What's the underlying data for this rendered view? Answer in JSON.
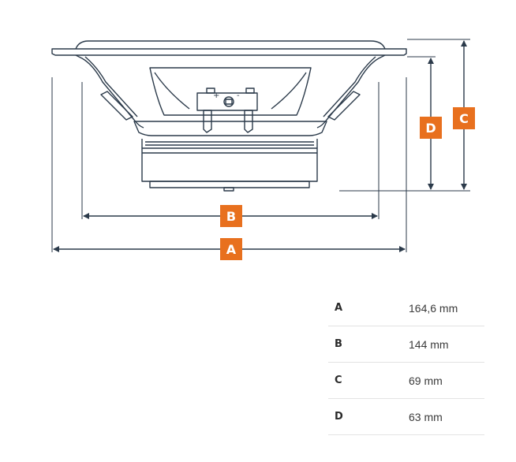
{
  "diagram": {
    "colors": {
      "line": "#2b3a4a",
      "accent": "#e8701e",
      "rule": "#e3e3e3"
    },
    "badges": {
      "a": "A",
      "b": "B",
      "c": "C",
      "d": "D"
    },
    "terminals": {
      "plus": "+",
      "minus": "-"
    }
  },
  "dimensions": [
    {
      "label": "A",
      "value": "164,6 mm"
    },
    {
      "label": "B",
      "value": "144 mm"
    },
    {
      "label": "C",
      "value": "69 mm"
    },
    {
      "label": "D",
      "value": "63 mm"
    }
  ]
}
